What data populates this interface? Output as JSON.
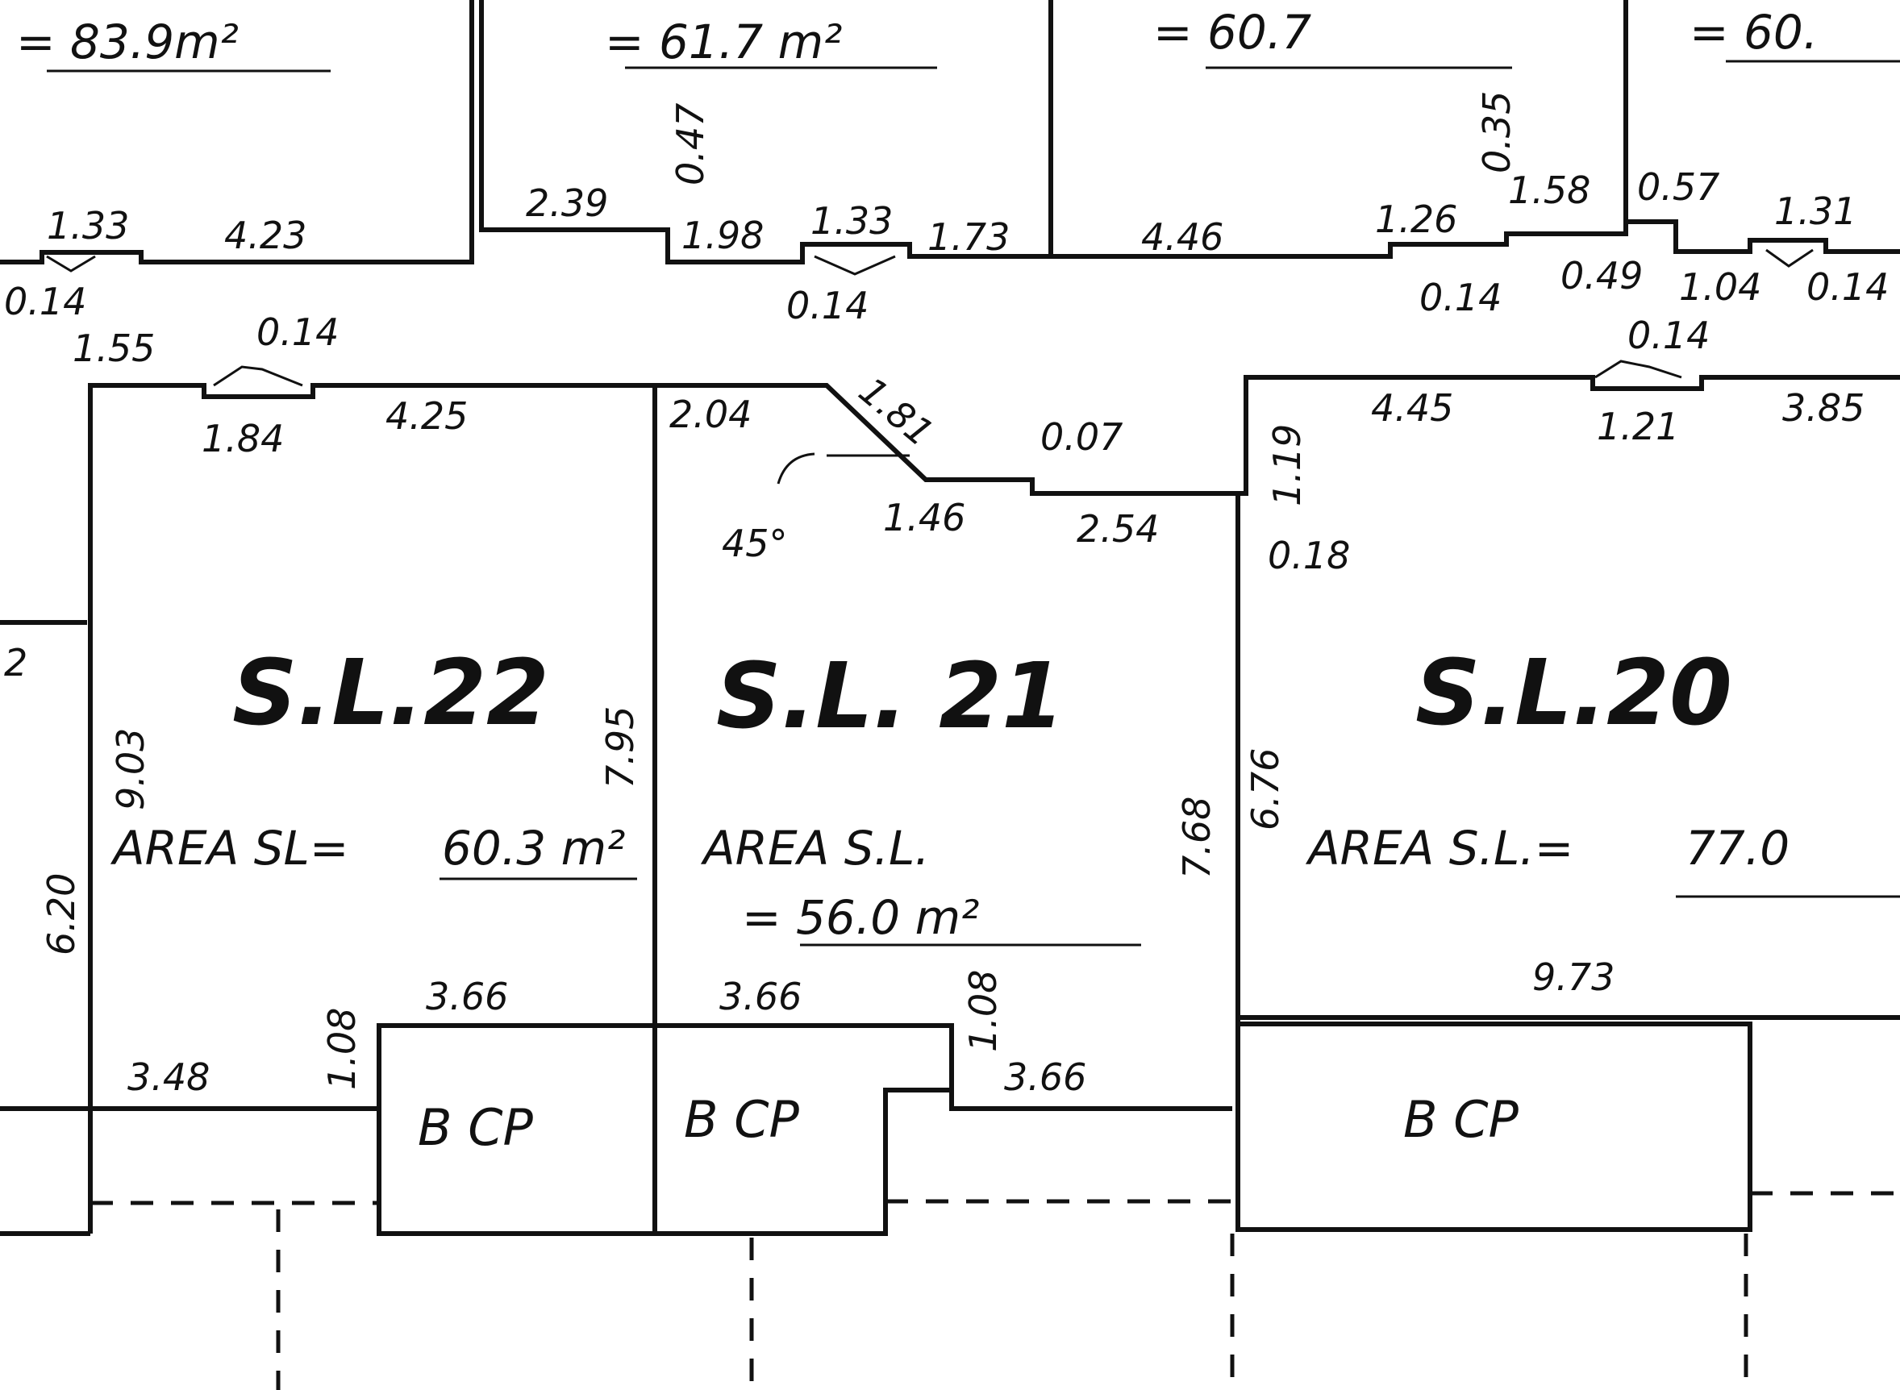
{
  "colors": {
    "ink": "#111111",
    "paper": "#ffffff"
  },
  "top_areas": [
    "= 83.9m²",
    "= 61.7 m²",
    "= 60.7",
    "= 60."
  ],
  "lots": [
    {
      "id": "S.L.22",
      "area_label": "AREA SL=",
      "area_value": "60.3 m²"
    },
    {
      "id": "S.L. 21",
      "area_label": "AREA S.L.",
      "area_value": "= 56.0 m²"
    },
    {
      "id": "S.L.20",
      "area_label": "AREA S.L.=",
      "area_value": "77.0"
    }
  ],
  "carparks": [
    "B CP",
    "B CP",
    "B CP"
  ],
  "dimensions": {
    "d_1_33_a": "1.33",
    "d_4_23": "4.23",
    "d_0_14_a": "0.14",
    "d_2_39": "2.39",
    "d_0_47": "0.47",
    "d_1_98": "1.98",
    "d_1_33_b": "1.33",
    "d_1_73": "1.73",
    "d_0_14_b": "0.14",
    "d_4_46": "4.46",
    "d_0_35": "0.35",
    "d_1_26": "1.26",
    "d_1_58": "1.58",
    "d_0_57": "0.57",
    "d_1_31": "1.31",
    "d_0_14_c": "0.14",
    "d_0_49": "0.49",
    "d_1_04": "1.04",
    "d_0_14_d": "0.14",
    "d_1_55": "1.55",
    "d_0_14_e": "0.14",
    "d_1_84": "1.84",
    "d_4_25": "4.25",
    "d_2_04": "2.04",
    "d_1_81": "1.81",
    "d_0_07": "0.07",
    "d_1_46": "1.46",
    "d_45": "45°",
    "d_2_54": "2.54",
    "d_1_19": "1.19",
    "d_0_18": "0.18",
    "d_0_14_f": "0.14",
    "d_4_45": "4.45",
    "d_1_21": "1.21",
    "d_3_85": "3.85",
    "d_9_03": "9.03",
    "d_7_95": "7.95",
    "d_7_68": "7.68",
    "d_6_76": "6.76",
    "d_6_20": "6.20",
    "d_2_frag": "2",
    "d_3_66_a": "3.66",
    "d_3_66_b": "3.66",
    "d_3_66_c": "3.66",
    "d_3_48": "3.48",
    "d_1_08_a": "1.08",
    "d_1_08_b": "1.08",
    "d_9_73": "9.73"
  }
}
